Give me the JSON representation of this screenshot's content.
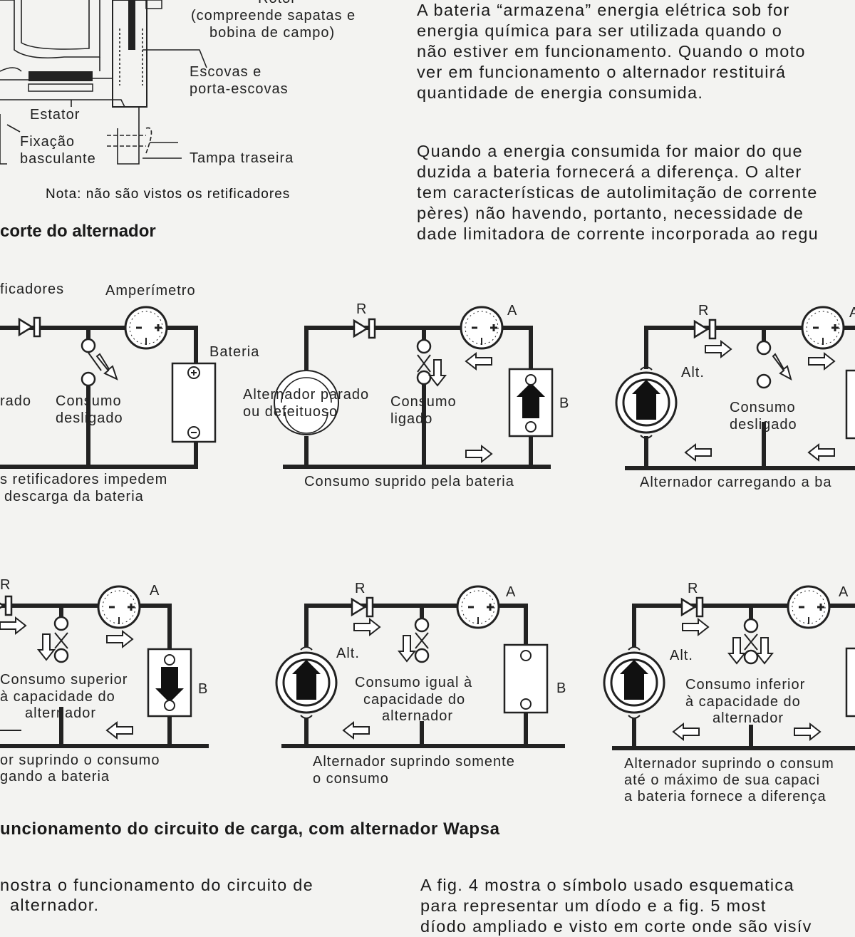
{
  "fig1_labels": {
    "rotor_line1": "Rotor",
    "rotor_line2": "(compreende sapatas e",
    "rotor_line3": "bobina de campo)",
    "escovas_line1": "Escovas e",
    "escovas_line2": "porta-escovas",
    "estator": "Estator",
    "fixacao_line1": "Fixação",
    "fixacao_line2": "basculante",
    "tampa": "Tampa traseira",
    "nota": "Nota: não são vistos os retificadores"
  },
  "fig1_caption": "corte do alternador",
  "right_text": {
    "p1": [
      "A bateria “armazena” energia elétrica sob for",
      "energia química para ser utilizada quando o",
      "não estiver em funcionamento. Quando o moto",
      "ver em funcionamento o alternador restituirá",
      "quantidade de energia consumida."
    ],
    "p2": [
      "Quando a energia consumida for maior do que",
      "duzida a bateria fornecerá a diferença. O alter",
      "tem características de autolimitação de corrente",
      "pères) não havendo, portanto, necessidade de",
      "dade limitadora de corrente incorporada ao regu"
    ]
  },
  "diagrams": {
    "d1": {
      "label_retif": "ficadores",
      "label_amp": "Amperímetro",
      "label_bateria": "Bateria",
      "label_parado": "rado",
      "consumo_1": "Consumo",
      "consumo_2": "desligado",
      "caption_1": "s retificadores impedem",
      "caption_2": "descarga da bateria"
    },
    "d2": {
      "r": "R",
      "a": "A",
      "b": "B",
      "alt_1": "Alternador parado",
      "alt_2": "ou defeituoso",
      "consumo_1": "Consumo",
      "consumo_2": "ligado",
      "caption_1": "Consumo suprido pela bateria"
    },
    "d3": {
      "r": "R",
      "a": "A",
      "alt": "Alt.",
      "consumo_1": "Consumo",
      "consumo_2": "desligado",
      "caption_1": "Alternador carregando a ba"
    },
    "d4": {
      "r": "R",
      "a": "A",
      "b": "B",
      "consumo_1": "Consumo superior",
      "consumo_2": "à capacidade do",
      "consumo_3": "alternador",
      "caption_1": "or suprindo o consumo",
      "caption_2": "gando a bateria"
    },
    "d5": {
      "r": "R",
      "a": "A",
      "b": "B",
      "alt": "Alt.",
      "consumo_1": "Consumo igual à",
      "consumo_2": "capacidade do",
      "consumo_3": "alternador",
      "caption_1": "Alternador suprindo somente",
      "caption_2": "o consumo"
    },
    "d6": {
      "r": "R",
      "a": "A",
      "alt": "Alt.",
      "consumo_1": "Consumo inferior",
      "consumo_2": "à capacidade do",
      "consumo_3": "alternador",
      "caption_1": "Alternador suprindo o consum",
      "caption_2": "até o máximo de sua capaci",
      "caption_3": "a bateria fornece a diferença"
    }
  },
  "fig_caption_2": "uncionamento do circuito de carga, com alternador Wapsa",
  "bottom_text": {
    "left": [
      "nostra o funcionamento do circuito de",
      "alternador."
    ],
    "right": [
      "A fig. 4 mostra o símbolo usado esquematica",
      "para representar um díodo e a fig. 5 most",
      "díodo ampliado e visto em corte onde são visív"
    ]
  }
}
